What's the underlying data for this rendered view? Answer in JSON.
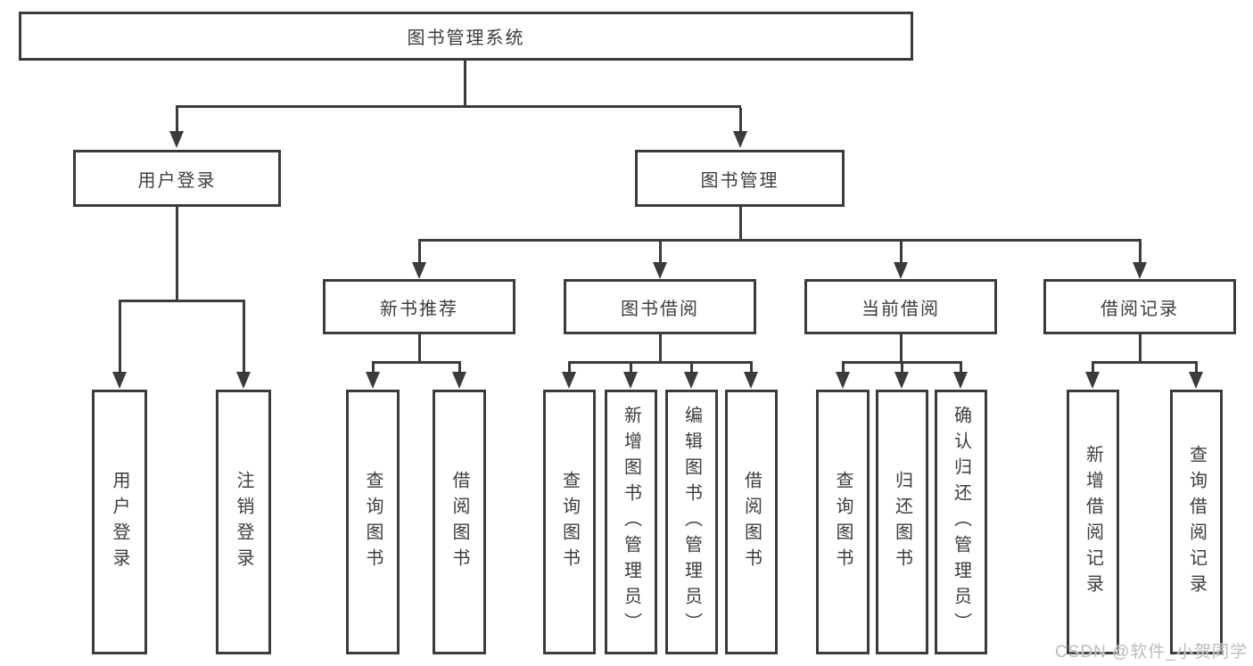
{
  "diagram": {
    "root": {
      "label": "图书管理系统"
    },
    "branches": [
      {
        "label": "用户登录",
        "children": [
          {
            "label": "用户登录"
          },
          {
            "label": "注销登录"
          }
        ]
      },
      {
        "label": "图书管理",
        "groups": [
          {
            "label": "新书推荐",
            "children": [
              {
                "label": "查询图书"
              },
              {
                "label": "借阅图书"
              }
            ]
          },
          {
            "label": "图书借阅",
            "children": [
              {
                "label": "查询图书"
              },
              {
                "label": "新增图书（管理员）"
              },
              {
                "label": "编辑图书（管理员）"
              },
              {
                "label": "借阅图书"
              }
            ]
          },
          {
            "label": "当前借阅",
            "children": [
              {
                "label": "查询图书"
              },
              {
                "label": "归还图书"
              },
              {
                "label": "确认归还（管理员）"
              }
            ]
          },
          {
            "label": "借阅记录",
            "children": [
              {
                "label": "新增借阅记录"
              },
              {
                "label": "查询借阅记录"
              }
            ]
          }
        ]
      }
    ]
  },
  "watermark": {
    "text": "CSDN @软件_小贺同学"
  },
  "colors": {
    "line": "#3b3b3b",
    "text": "#3d3d3d",
    "background": "#ffffff",
    "watermark": "#bcbcbc"
  }
}
